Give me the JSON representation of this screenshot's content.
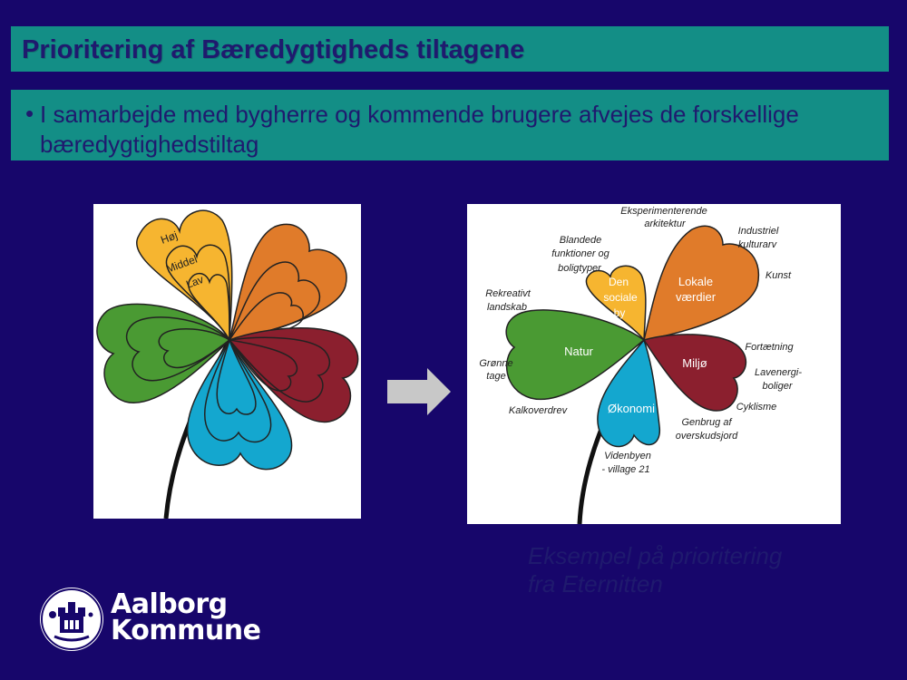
{
  "slide": {
    "title": "Prioritering af Bæredygtigheds tiltagene",
    "bullet_symbol": "•",
    "bullet_text": "I samarbejde med bygherre og kommende brugere afvejes de forskellige bæredygtighedstiltag",
    "caption_line1": "Eksempel på prioritering",
    "caption_line2": "fra Eternitten"
  },
  "left_flower": {
    "levels": [
      "Høj",
      "Middel",
      "Lav"
    ]
  },
  "right_flower": {
    "petals": {
      "social_line1": "Den",
      "social_line2": "sociale",
      "social_line3": "by",
      "local_line1": "Lokale",
      "local_line2": "værdier",
      "nature": "Natur",
      "environment": "Miljø",
      "economy": "Økonomi"
    },
    "annotations": {
      "eksp_line1": "Eksperimenterende",
      "eksp_line2": "arkitektur",
      "blandede_line1": "Blandede",
      "blandede_line2": "funktioner og",
      "blandede_line3": "boligtyper",
      "industriel_line1": "Industriel",
      "industriel_line2": "kulturarv",
      "kunst": "Kunst",
      "rekreativt_line1": "Rekreativt",
      "rekreativt_line2": "landskab",
      "fortaetning": "Fortætning",
      "groenne_line1": "Grønne",
      "groenne_line2": "tage",
      "lavenergi_line1": "Lavenergi-",
      "lavenergi_line2": "boliger",
      "cyklisme": "Cyklisme",
      "kalkoverdrev": "Kalkoverdrev",
      "genbrug_line1": "Genbrug af",
      "genbrug_line2": "overskudsjord",
      "videnbyen_line1": "Videnbyen",
      "videnbyen_line2": "- village 21"
    }
  },
  "logo": {
    "line1": "Aalborg",
    "line2": "Kommune"
  },
  "colors": {
    "background": "#17066b",
    "header_bar": "#138e86",
    "text_dark": "#1f1a6e",
    "petal_yellow": "#f6b530",
    "petal_orange": "#e07b2a",
    "petal_green": "#4a9a33",
    "petal_red": "#8b1f2e",
    "petal_blue": "#14a7cf"
  }
}
